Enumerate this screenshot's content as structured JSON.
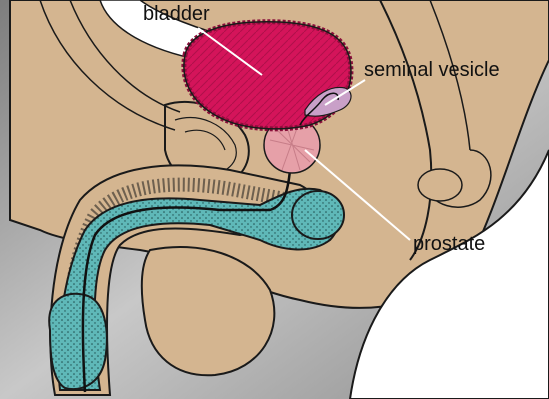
{
  "diagram": {
    "labels": {
      "bladder": "bladder",
      "seminal_vesicle": "seminal vesicle",
      "prostate": "prostate"
    },
    "colors": {
      "background_grey": "#9a9a9a",
      "tissue": "#d4b590",
      "bladder": "#d4145a",
      "bladder_wall": "#8a0f3a",
      "prostate": "#e6a0a8",
      "urethra_fluid": "#5fb8b8",
      "outline": "#1a1a1a",
      "white": "#ffffff"
    }
  }
}
